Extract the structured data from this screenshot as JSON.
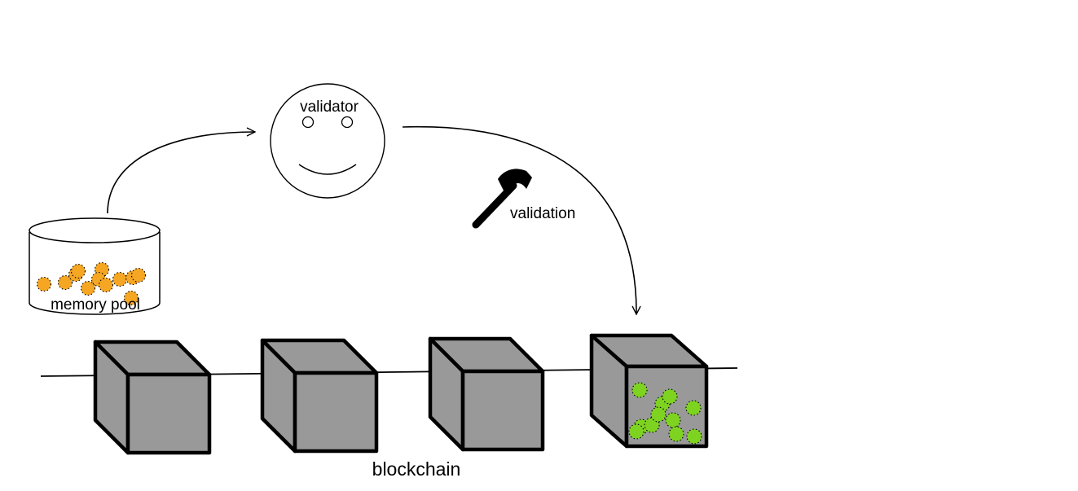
{
  "labels": {
    "validator": "validator",
    "validation": "validation",
    "memory_pool": "memory pool",
    "blockchain": "blockchain"
  },
  "colors": {
    "block_fill": "#999999",
    "block_stroke": "#000000",
    "pool_tx": "#f5a623",
    "block_tx": "#7ed321",
    "line": "#000000",
    "background": "#ffffff"
  },
  "icons": {
    "validator": "smiley-face-icon",
    "validation": "hammer-icon",
    "memory_pool": "cylinder-icon"
  }
}
